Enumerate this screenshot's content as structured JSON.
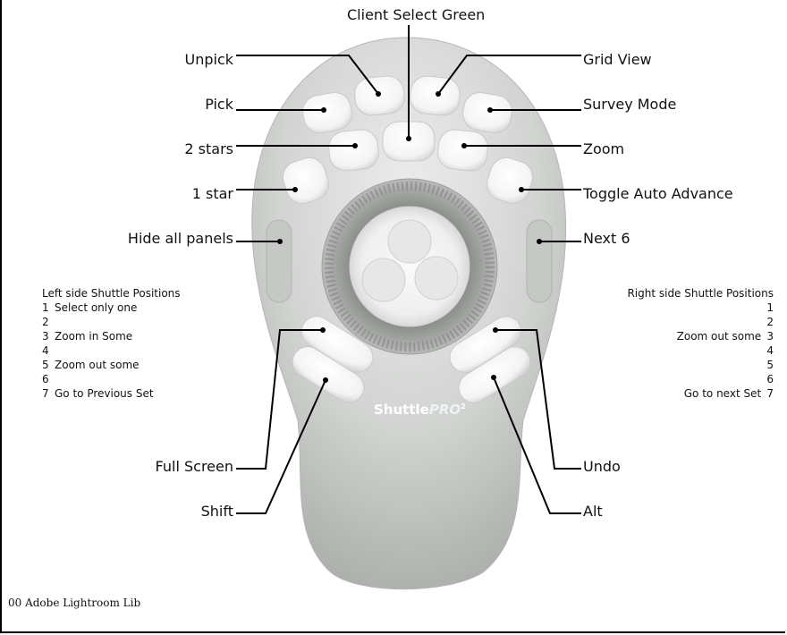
{
  "colors": {
    "body_light": "#e6e8e6",
    "body_dark": "#a8aaa8",
    "button_face": "#fbfbfb",
    "leader_line": "#000000"
  },
  "brand": {
    "shuttle": "Shuttle",
    "pro": "PRO",
    "mark": "2"
  },
  "labels": {
    "client_select_green": "Client Select Green",
    "unpick": "Unpick",
    "grid_view": "Grid View",
    "pick": "Pick",
    "survey_mode": "Survey Mode",
    "two_stars": "2 stars",
    "zoom": "Zoom",
    "one_star": "1 star",
    "toggle_auto_advance": "Toggle Auto Advance",
    "hide_all_panels": "Hide all panels",
    "next_6": "Next 6",
    "full_screen": "Full Screen",
    "shift": "Shift",
    "undo": "Undo",
    "alt": "Alt"
  },
  "left_shuttle": {
    "title": "Left side Shuttle Positions",
    "positions": [
      {
        "num": "1",
        "action": "Select only one"
      },
      {
        "num": "2",
        "action": ""
      },
      {
        "num": "3",
        "action": "Zoom in Some"
      },
      {
        "num": "4",
        "action": ""
      },
      {
        "num": "5",
        "action": "Zoom out some"
      },
      {
        "num": "6",
        "action": ""
      },
      {
        "num": "7",
        "action": "Go to Previous Set"
      }
    ]
  },
  "right_shuttle": {
    "title": "Right side Shuttle Positions",
    "positions": [
      {
        "num": "1",
        "action": ""
      },
      {
        "num": "2",
        "action": ""
      },
      {
        "num": "3",
        "action": "Zoom out some"
      },
      {
        "num": "4",
        "action": ""
      },
      {
        "num": "5",
        "action": ""
      },
      {
        "num": "6",
        "action": ""
      },
      {
        "num": "7",
        "action": "Go to next Set"
      }
    ]
  },
  "footer": {
    "caption": "00 Adobe Lightroom Lib"
  }
}
